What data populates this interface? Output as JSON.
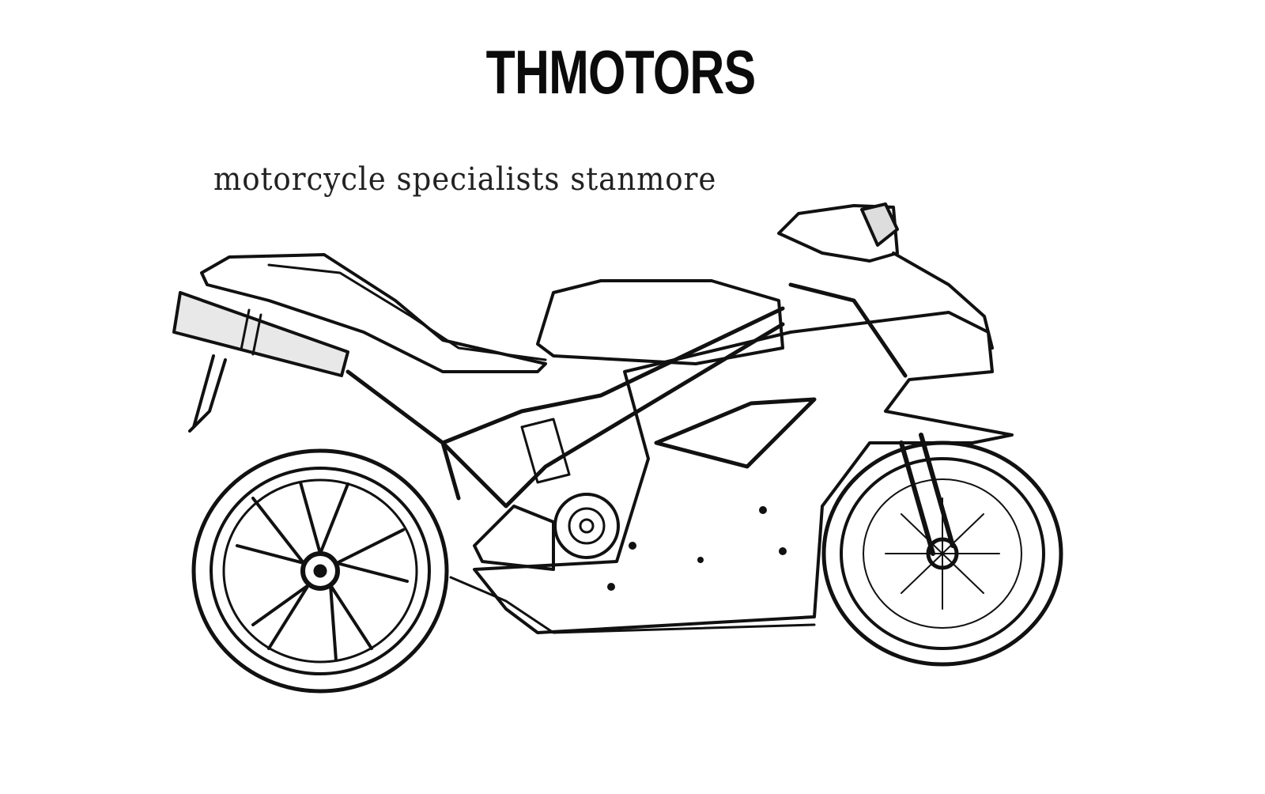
{
  "logo": {
    "title": "THMOTORS",
    "tagline": "motorcycle specialists stanmore"
  },
  "illustration": {
    "subject": "motorcycle-sketch",
    "stroke_color": "#111111",
    "background_color": "#ffffff"
  }
}
